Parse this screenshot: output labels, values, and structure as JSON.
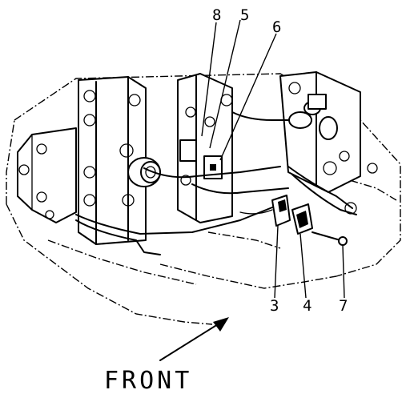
{
  "callouts": [
    {
      "id": "8",
      "label": "8"
    },
    {
      "id": "5",
      "label": "5"
    },
    {
      "id": "6",
      "label": "6"
    },
    {
      "id": "3",
      "label": "3"
    },
    {
      "id": "4",
      "label": "4"
    },
    {
      "id": "7",
      "label": "7"
    }
  ],
  "front_label": "FRONT"
}
